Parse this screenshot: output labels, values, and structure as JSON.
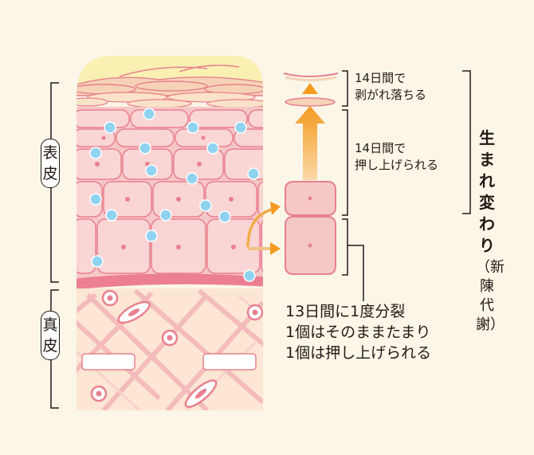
{
  "labels": {
    "epidermis": "表皮",
    "dermis": "真皮",
    "step_peel": [
      "14日間で",
      "剥がれ落ちる"
    ],
    "step_push": [
      "14日間で",
      "押し上げられる"
    ],
    "division": [
      "13日間に1度分裂",
      "1個はそのままたまり",
      "1個は押し上げられる"
    ],
    "turnover": "生まれ変わり",
    "turnover_sub": "（新陳代謝）"
  },
  "colors": {
    "background": "#fbf6e8",
    "cell_fill": "#f6c7c7",
    "cell_line": "#e8808f",
    "dermis_fill": "#fde6d3",
    "stratum_corneum": "#f9f0b2",
    "droplet": "#8fd3f0",
    "arrow": "#f39a1f"
  }
}
